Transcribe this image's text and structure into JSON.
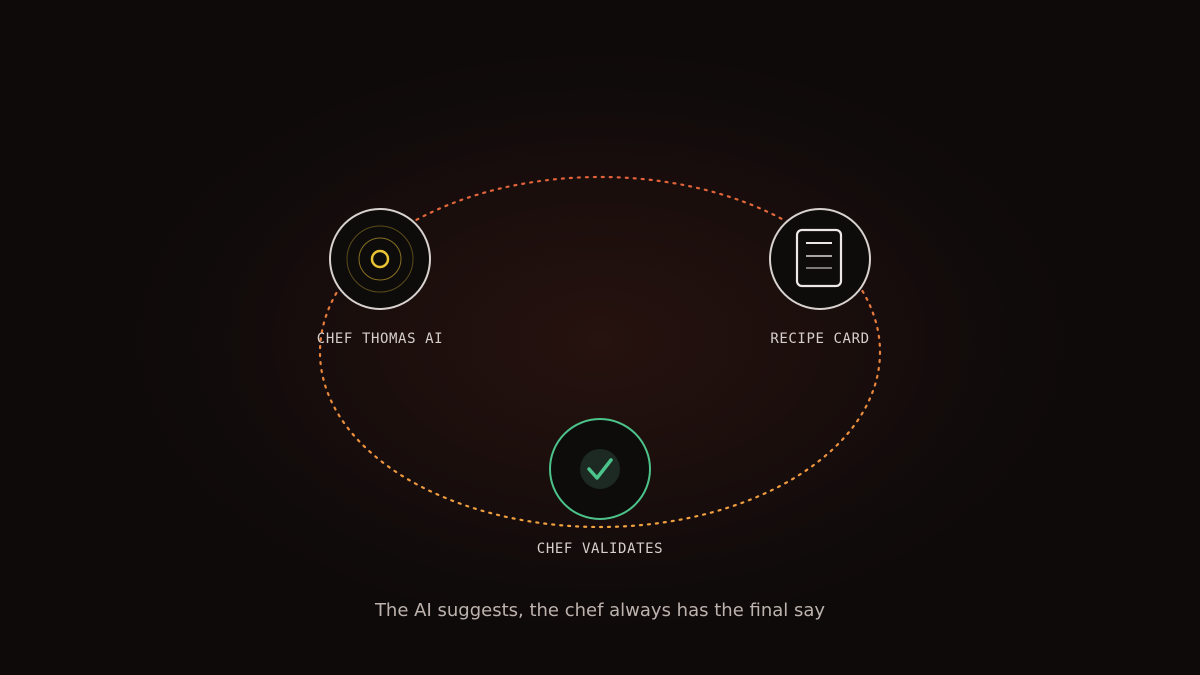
{
  "diagram": {
    "nodes": [
      {
        "id": "ai",
        "label": "CHEF THOMAS AI",
        "icon": "ai-target-icon",
        "color": "#e8c332"
      },
      {
        "id": "recipe",
        "label": "RECIPE CARD",
        "icon": "document-icon",
        "color": "#ece8e6"
      },
      {
        "id": "validate",
        "label": "CHEF VALIDATES",
        "icon": "checkmark-icon",
        "color": "#4cc38a"
      }
    ],
    "cycle_color": "#e98a3c",
    "caption": "The AI suggests, the chef always has the final say"
  }
}
